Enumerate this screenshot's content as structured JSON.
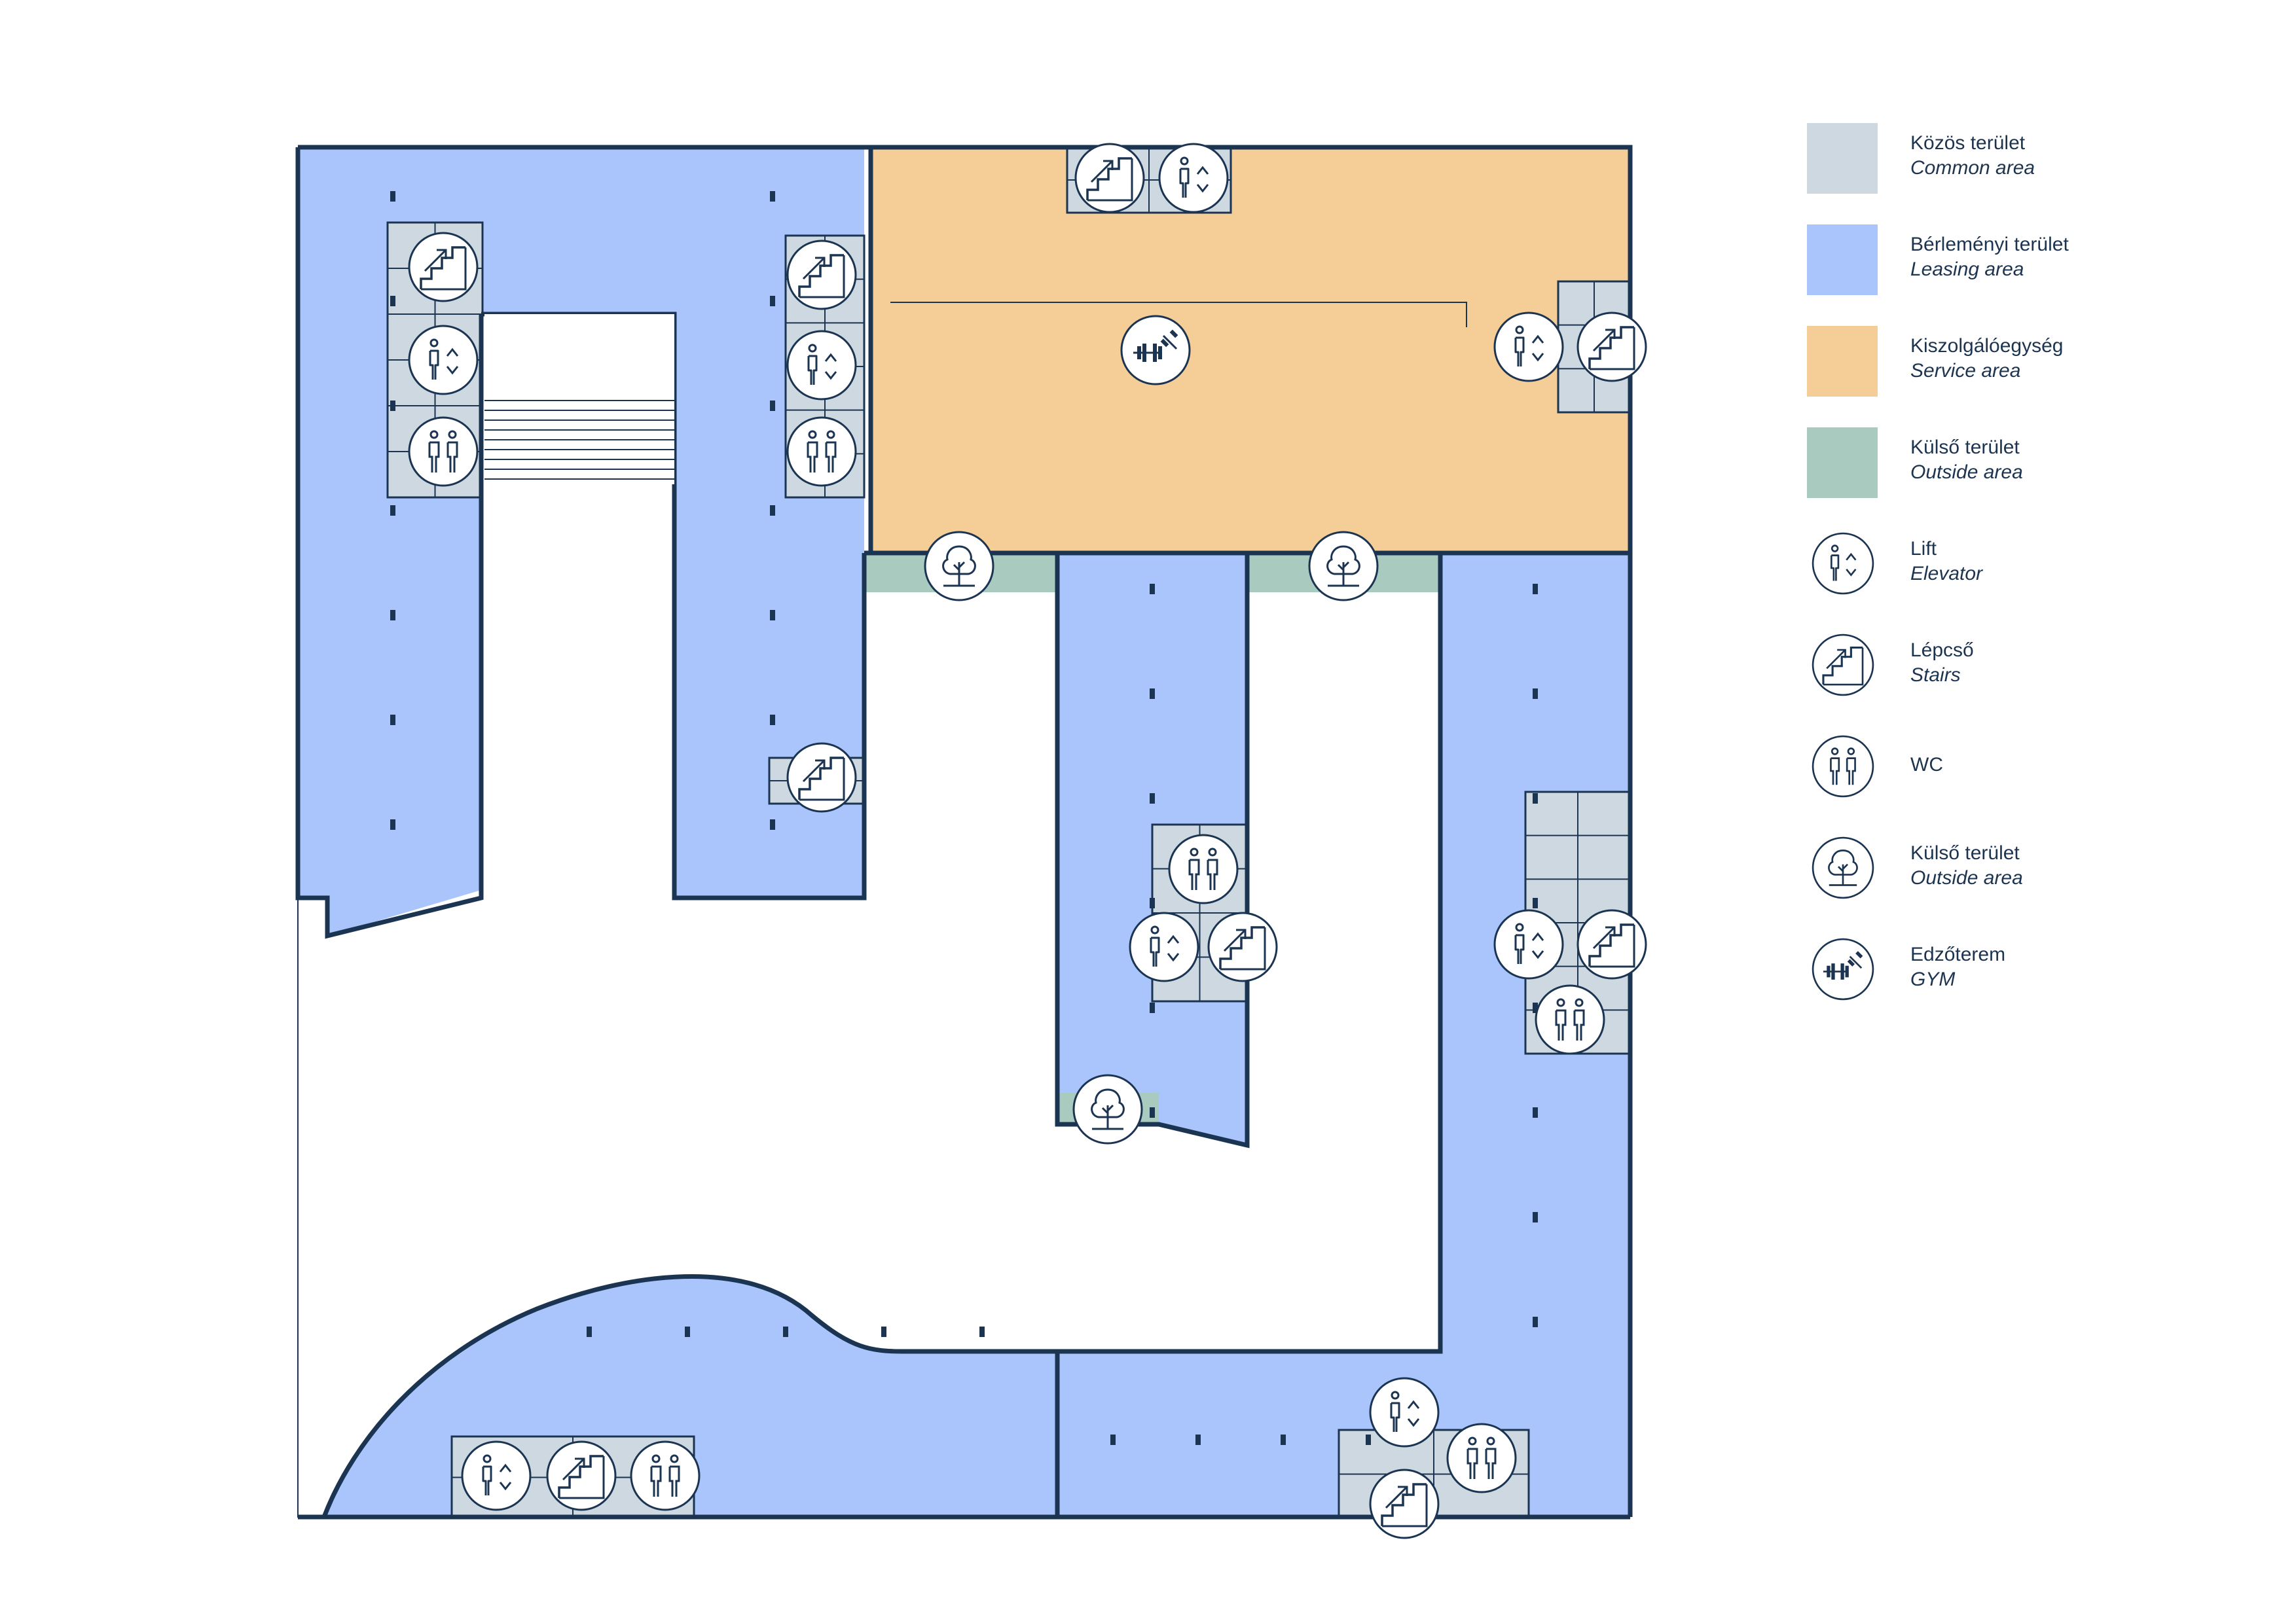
{
  "colors": {
    "wall": "#1b3452",
    "leasing": "#a9c5fb",
    "service": "#f5cd96",
    "common": "#cdd8e0",
    "outside": "#a9cabf",
    "icon_bg": "#ffffff",
    "icon_stroke": "#1b3452"
  },
  "legend": [
    {
      "type": "swatch",
      "color_key": "common",
      "label_hu": "Közös terület",
      "label_en": "Common area"
    },
    {
      "type": "swatch",
      "color_key": "leasing",
      "label_hu": "Bérleményi terület",
      "label_en": "Leasing area"
    },
    {
      "type": "swatch",
      "color_key": "service",
      "label_hu": "Kiszolgálóegység",
      "label_en": "Service area"
    },
    {
      "type": "swatch",
      "color_key": "outside",
      "label_hu": "Külső terület",
      "label_en": "Outside area"
    },
    {
      "type": "icon",
      "icon": "elevator-icon",
      "label_hu": "Lift",
      "label_en": "Elevator"
    },
    {
      "type": "icon",
      "icon": "stairs-icon",
      "label_hu": "Lépcső",
      "label_en": "Stairs"
    },
    {
      "type": "icon",
      "icon": "wc-icon",
      "label_hu": "WC",
      "label_en": ""
    },
    {
      "type": "icon",
      "icon": "tree-icon",
      "label_hu": "Külső terület",
      "label_en": "Outside area"
    },
    {
      "type": "icon",
      "icon": "gym-icon",
      "label_hu": "Edzőterem",
      "label_en": "GYM"
    }
  ]
}
